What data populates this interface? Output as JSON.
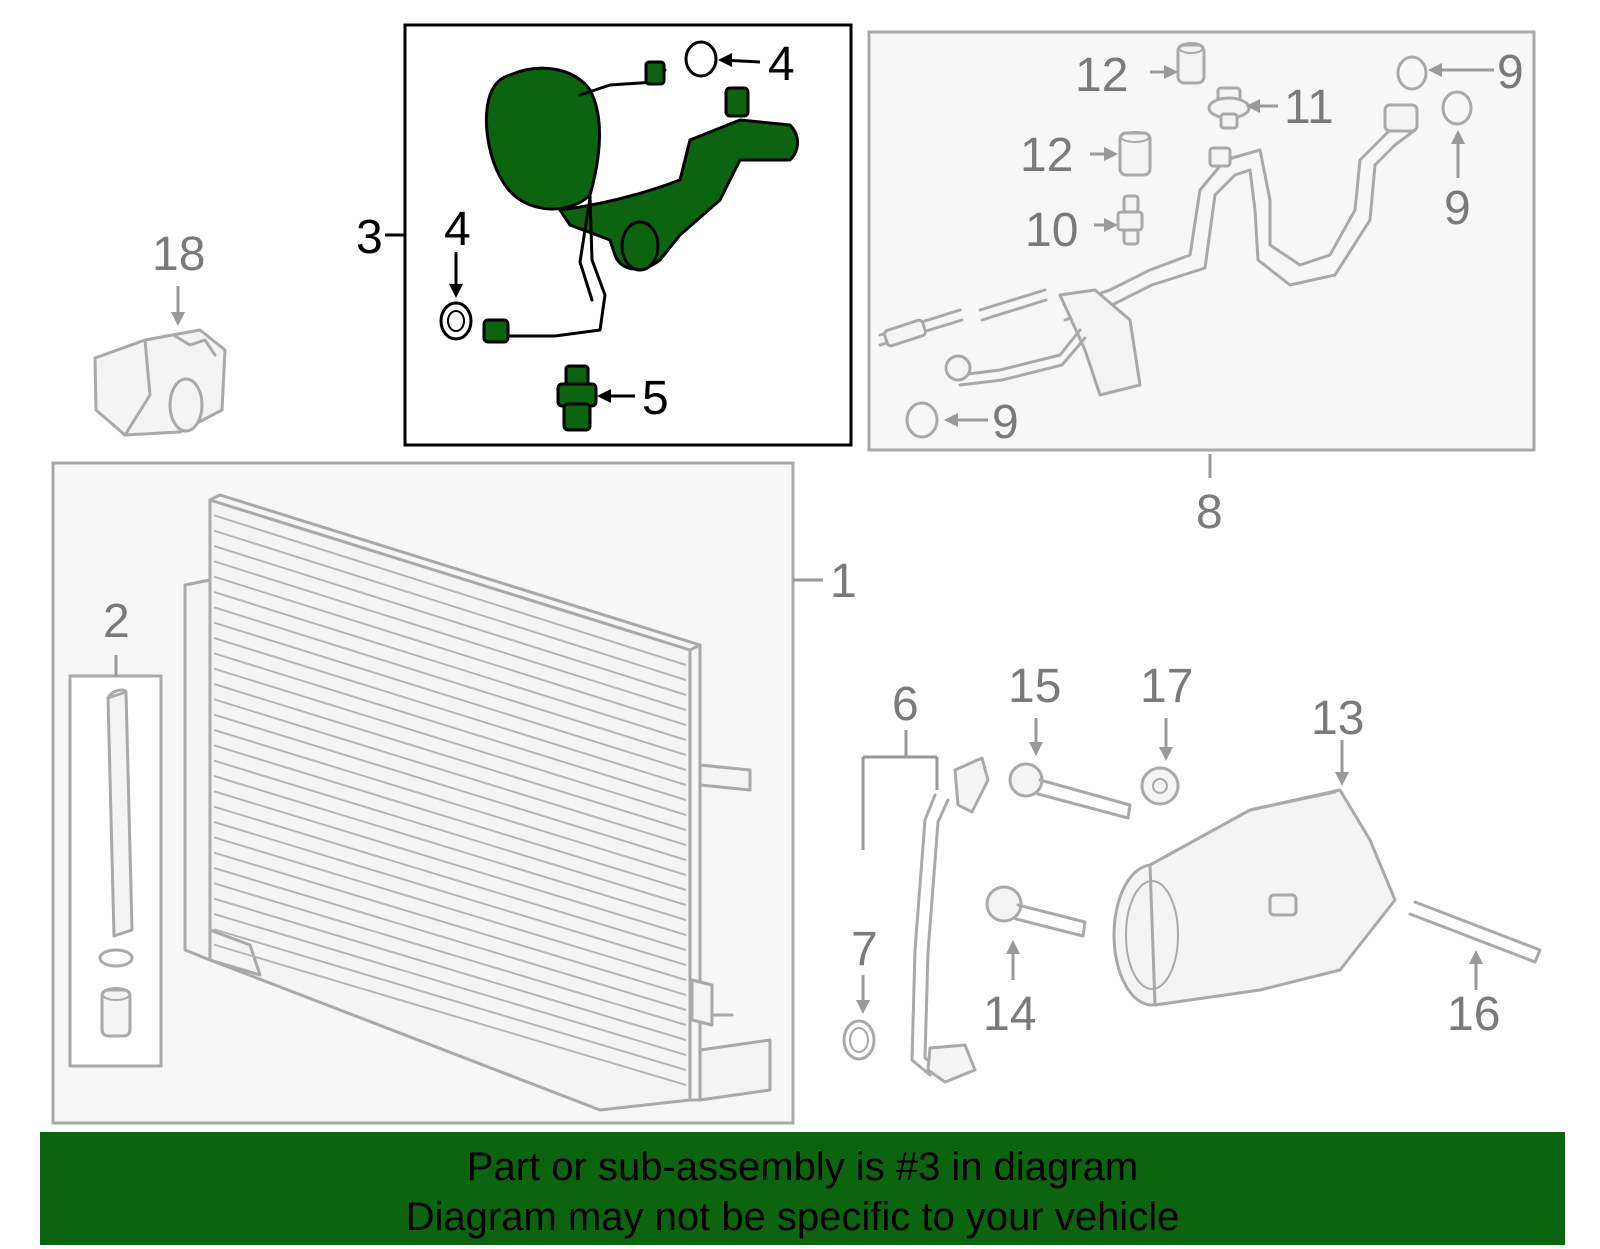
{
  "callouts": {
    "c1": "1",
    "c2": "2",
    "c3": "3",
    "c4a": "4",
    "c4b": "4",
    "c5": "5",
    "c6": "6",
    "c7": "7",
    "c8": "8",
    "c9a": "9",
    "c9b": "9",
    "c9c": "9",
    "c10": "10",
    "c11": "11",
    "c12a": "12",
    "c12b": "12",
    "c13": "13",
    "c14": "14",
    "c15": "15",
    "c16": "16",
    "c17": "17",
    "c18": "18"
  },
  "banner": {
    "line1": "Part or sub-assembly is #3 in diagram",
    "line2": "Diagram may not be specific to your vehicle"
  },
  "colors": {
    "highlight": "#0d6410",
    "part_stroke": "#a9a9a9",
    "box_stroke": "#a9a9a9",
    "active_box_stroke": "#000000",
    "banner_background": "#0d6410"
  }
}
